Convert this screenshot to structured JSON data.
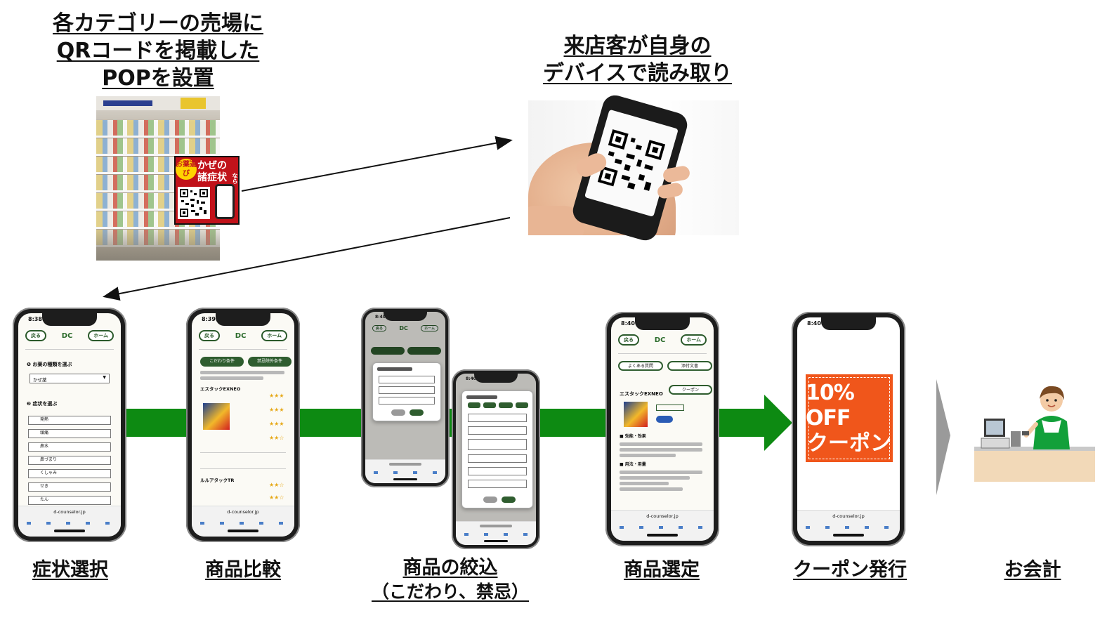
{
  "headings": {
    "pop_line1": "各カテゴリーの売場に",
    "pop_line2": "QRコードを掲載した",
    "pop_line3": "POPを設置",
    "scan_line1": "来店客が自身の",
    "scan_line2": "デバイスで読み取り"
  },
  "pop_sign": {
    "badge": "お薬選び",
    "text_line1": "かぜの",
    "text_line2": "諸症状",
    "suffix": "なら"
  },
  "steps": [
    {
      "label": "症状選択"
    },
    {
      "label": "商品比較"
    },
    {
      "label": "商品の絞込",
      "sub": "（こだわり、禁忌）"
    },
    {
      "label": "商品選定"
    },
    {
      "label": "クーポン発行"
    },
    {
      "label": "お会計"
    }
  ],
  "coupon": {
    "line1": "10% OFF",
    "line2": "クーポン"
  },
  "screens": {
    "status_1": "8:38",
    "status_2": "8:39",
    "status_3": "8:40",
    "back": "戻る",
    "home": "ホーム",
    "logo": "DC",
    "url": "d-counselor.jp",
    "screen1_title": "❶ お薬の種類を選ぶ",
    "screen1_select": "かぜ薬",
    "screen1_title2": "❷ 症状を選ぶ",
    "screen1_options": [
      "発熱",
      "頭痛",
      "鼻水",
      "鼻づまり",
      "くしゃみ",
      "せき",
      "たん"
    ],
    "screen2_btn1": "こだわり条件",
    "screen2_btn2": "禁忌除外条件",
    "screen2_product1": "エスタックEXNEO",
    "screen2_product2": "ルルアタックTR",
    "screen4_btn1": "よくある質問",
    "screen4_btn2": "添付文書",
    "screen4_product": "エスタックEXNEO",
    "screen4_coupon": "クーポン",
    "screen4_sec1": "■ 効能・効果",
    "screen4_sec2": "■ 用法・用量"
  },
  "colors": {
    "flow_arrow": "#0d8a12",
    "coupon_bg": "#f0561b",
    "pop_bg": "#c1121a",
    "app_green": "#2b5a2b",
    "gray_arrow": "#9a9a9a"
  }
}
